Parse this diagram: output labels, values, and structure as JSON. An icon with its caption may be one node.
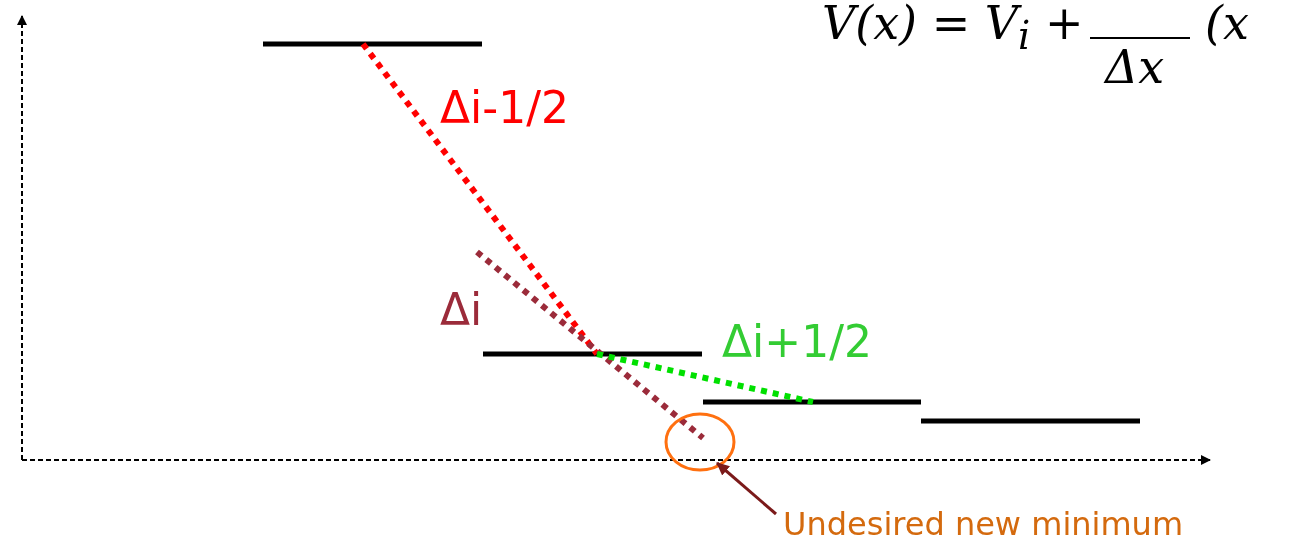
{
  "diagram": {
    "nodes": [
      {
        "text": [
          "Undesired new minimum"
        ]
      },
      {
        "text": [],
        "shape": "circle"
      }
    ],
    "edges": [
      {
        "from": 0,
        "to": 1,
        "arrow": "to",
        "color": "#7b1a1a"
      }
    ],
    "labels": [
      "V(x) = V$_{i}$ +",
      "Δx",
      "(x",
      "Δi-1/2",
      "Δi",
      "Δi+1/2"
    ]
  }
}
